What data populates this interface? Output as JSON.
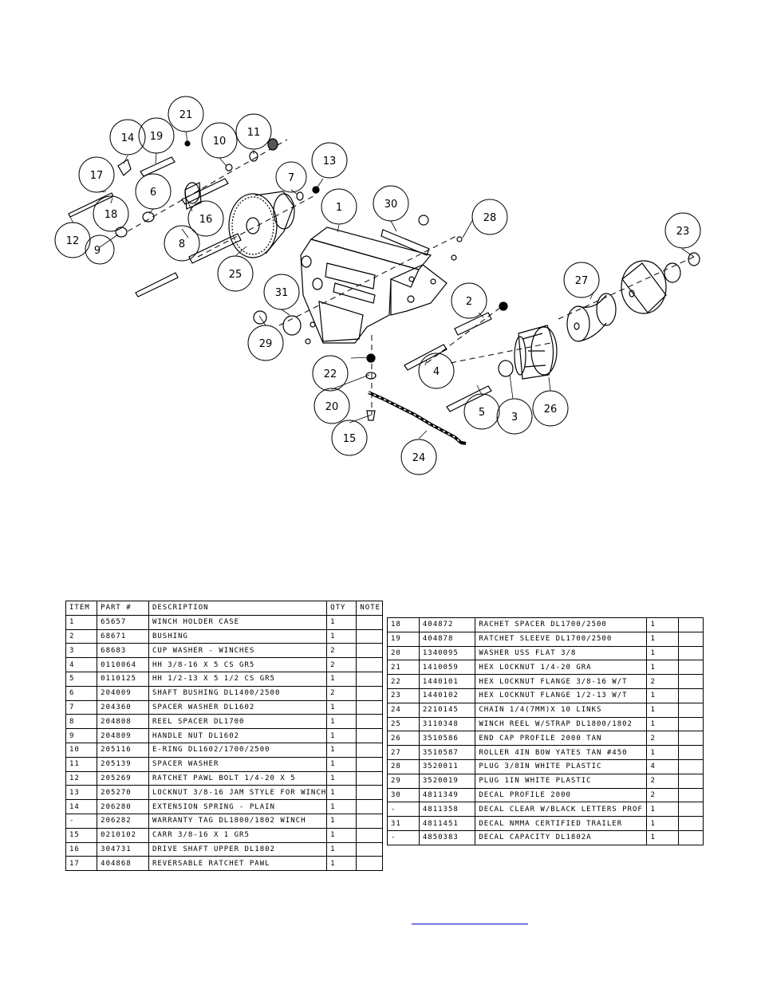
{
  "callouts": [
    "21",
    "14",
    "19",
    "10",
    "11",
    "17",
    "6",
    "7",
    "13",
    "18",
    "16",
    "12",
    "9",
    "8",
    "25",
    "1",
    "30",
    "28",
    "23",
    "27",
    "31",
    "2",
    "29",
    "22",
    "4",
    "20",
    "5",
    "3",
    "26",
    "15",
    "24"
  ],
  "parts_table": {
    "headers": {
      "item": "ITEM",
      "part": "PART #",
      "description": "DESCRIPTION",
      "qty": "QTY",
      "note": "NOTE"
    },
    "left_rows": [
      {
        "item": "1",
        "part": "65657",
        "desc": "WINCH HOLDER CASE",
        "qty": "1"
      },
      {
        "item": "2",
        "part": "68671",
        "desc": "BUSHING",
        "qty": "1"
      },
      {
        "item": "3",
        "part": "68683",
        "desc": "CUP WASHER - WINCHES",
        "qty": "2"
      },
      {
        "item": "4",
        "part": "0110064",
        "desc": "HH 3/8-16 X 5 CS GR5",
        "qty": "2"
      },
      {
        "item": "5",
        "part": "0110125",
        "desc": "HH 1/2-13 X 5 1/2 CS GR5",
        "qty": "1"
      },
      {
        "item": "6",
        "part": "204009",
        "desc": "SHAFT BUSHING  DL1400/2500",
        "qty": "2"
      },
      {
        "item": "7",
        "part": "204360",
        "desc": "SPACER WASHER  DL1602",
        "qty": "1"
      },
      {
        "item": "8",
        "part": "204808",
        "desc": "REEL SPACER  DL1700",
        "qty": "1"
      },
      {
        "item": "9",
        "part": "204809",
        "desc": "HANDLE NUT  DL1602",
        "qty": "1"
      },
      {
        "item": "10",
        "part": "205116",
        "desc": "E-RING DL1602/1700/2500",
        "qty": "1"
      },
      {
        "item": "11",
        "part": "205139",
        "desc": "SPACER WASHER",
        "qty": "1"
      },
      {
        "item": "12",
        "part": "205269",
        "desc": "RATCHET PAWL BOLT 1/4-20 X 5",
        "qty": "1"
      },
      {
        "item": "13",
        "part": "205270",
        "desc": "LOCKNUT 3/8-16 JAM STYLE FOR WINCH",
        "qty": "1"
      },
      {
        "item": "14",
        "part": "206280",
        "desc": "EXTENSION SPRING - PLAIN",
        "qty": "1"
      },
      {
        "item": "-",
        "part": "206282",
        "desc": "WARRANTY TAG DL1800/1802 WINCH",
        "qty": "1"
      },
      {
        "item": "15",
        "part": "0210102",
        "desc": "CARR 3/8-16 X 1 GR5",
        "qty": "1"
      },
      {
        "item": "16",
        "part": "304731",
        "desc": "DRIVE SHAFT UPPER  DL1802",
        "qty": "1"
      },
      {
        "item": "17",
        "part": "404868",
        "desc": "REVERSABLE RATCHET PAWL",
        "qty": "1"
      }
    ],
    "right_rows": [
      {
        "item": "18",
        "part": "404872",
        "desc": "RACHET SPACER  DL1700/2500",
        "qty": "1"
      },
      {
        "item": "19",
        "part": "404878",
        "desc": "RATCHET SLEEVE  DL1700/2500",
        "qty": "1"
      },
      {
        "item": "20",
        "part": "1340095",
        "desc": "WASHER USS FLAT 3/8",
        "qty": "1"
      },
      {
        "item": "21",
        "part": "1410059",
        "desc": "HEX LOCKNUT 1/4-20 GRA",
        "qty": "1"
      },
      {
        "item": "22",
        "part": "1440101",
        "desc": "HEX LOCKNUT FLANGE 3/8-16 W/T",
        "qty": "2"
      },
      {
        "item": "23",
        "part": "1440102",
        "desc": "HEX LOCKNUT FLANGE 1/2-13 W/T",
        "qty": "1"
      },
      {
        "item": "24",
        "part": "2210145",
        "desc": "CHAIN 1/4(7MM)X 10 LINKS",
        "qty": "1"
      },
      {
        "item": "25",
        "part": "3110348",
        "desc": "WINCH REEL W/STRAP  DL1800/1802",
        "qty": "1"
      },
      {
        "item": "26",
        "part": "3510586",
        "desc": "END CAP PROFILE 2000 TAN",
        "qty": "2"
      },
      {
        "item": "27",
        "part": "3510587",
        "desc": "ROLLER 4IN BOW YATES TAN #450",
        "qty": "1"
      },
      {
        "item": "28",
        "part": "3520011",
        "desc": "PLUG  3/8IN WHITE PLASTIC",
        "qty": "4"
      },
      {
        "item": "29",
        "part": "3520019",
        "desc": "PLUG  1IN WHITE PLASTIC",
        "qty": "2"
      },
      {
        "item": "30",
        "part": "4811349",
        "desc": "DECAL PROFILE 2000",
        "qty": "2"
      },
      {
        "item": "-",
        "part": "4811358",
        "desc": "DECAL CLEAR W/BLACK LETTERS PROF",
        "qty": "1"
      },
      {
        "item": "31",
        "part": "4811451",
        "desc": "DECAL NMMA CERTIFIED TRAILER",
        "qty": "1"
      },
      {
        "item": "-",
        "part": "4850383",
        "desc": "DECAL CAPACITY DL1802A",
        "qty": "1"
      }
    ]
  }
}
